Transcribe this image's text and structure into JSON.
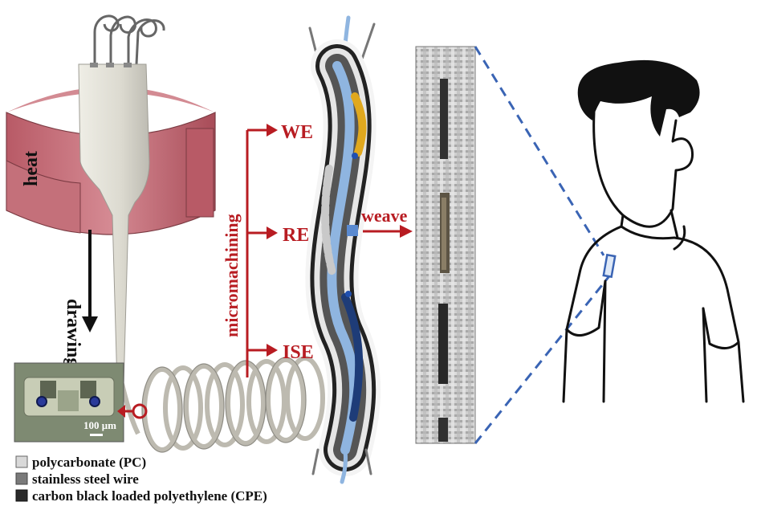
{
  "labels": {
    "heat": "heat",
    "drawing": "drawing",
    "micromachining": "micromachining",
    "we": "WE",
    "re": "RE",
    "ise": "ISE",
    "weave": "weave",
    "scale": "100 μm"
  },
  "legend": [
    {
      "label": "polycarbonate (PC)",
      "color": "#d9d9d9"
    },
    {
      "label": "stainless steel wire",
      "color": "#7a7a7a"
    },
    {
      "label": "carbon black loaded polyethylene (CPE)",
      "color": "#2a2a2a"
    }
  ],
  "colors": {
    "accent_red": "#b81c22",
    "heater": "#c4707a",
    "preform": "#dcdad0",
    "dashed_blue": "#3a64b4",
    "fiber_blue": "#8fb5e0",
    "fiber_yellow": "#e0a81e",
    "fiber_navy": "#1e3c78"
  }
}
